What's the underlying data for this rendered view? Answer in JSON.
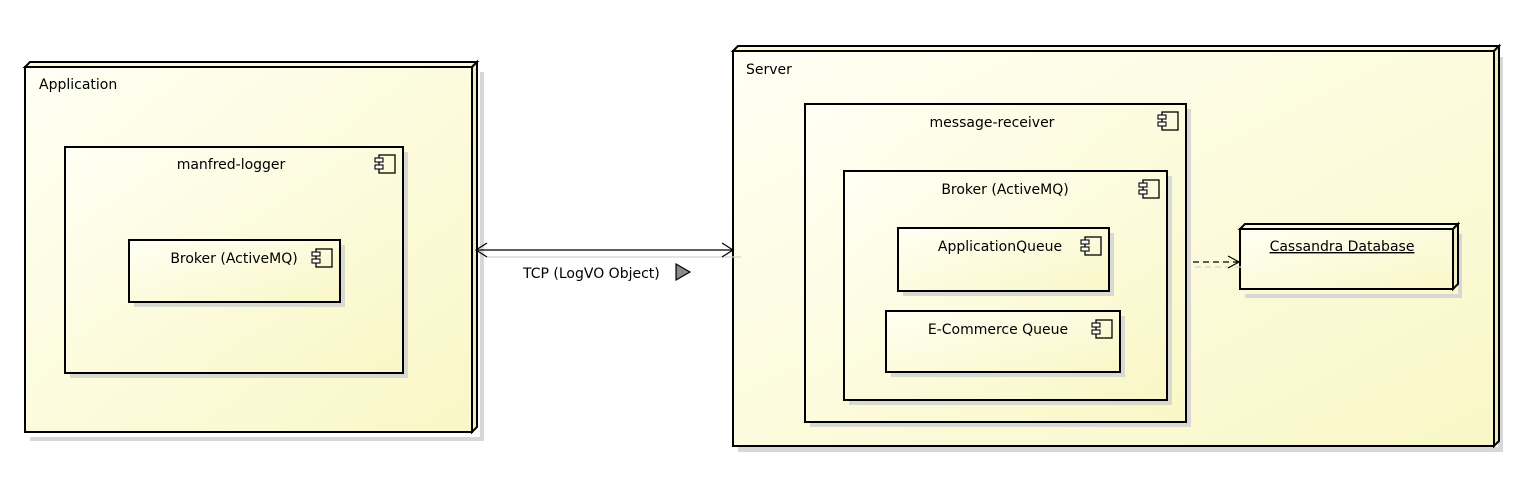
{
  "nodes": {
    "application": {
      "label": "Application"
    },
    "server": {
      "label": "Server"
    },
    "cassandra": {
      "label": "Cassandra Database"
    }
  },
  "components": {
    "manfred_logger": {
      "label": "manfred-logger"
    },
    "broker_app": {
      "label": "Broker (ActiveMQ)"
    },
    "message_receiver": {
      "label": "message-receiver"
    },
    "broker_server": {
      "label": "Broker (ActiveMQ)"
    },
    "application_queue": {
      "label": "ApplicationQueue"
    },
    "ecommerce_queue": {
      "label": "E-Commerce Queue"
    }
  },
  "connection": {
    "label": "TCP (LogVO Object)"
  },
  "colors": {
    "node_fill_light": "#fffff2",
    "node_fill_dark": "#fbf9c9",
    "stroke": "#000000",
    "shadow": "#d4d4d4"
  }
}
